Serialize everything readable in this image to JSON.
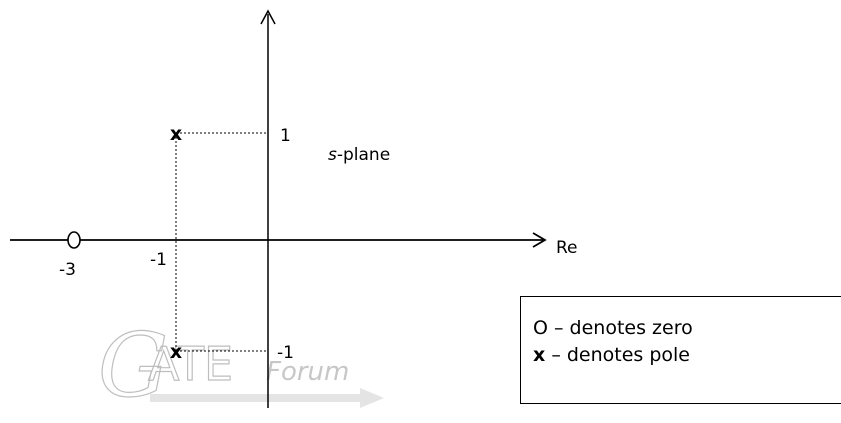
{
  "labels": {
    "im_pos": "1",
    "im_neg": "-1",
    "re_neg1": "-1",
    "re_neg3": "-3",
    "re_axis": "Re",
    "plane_italic": "s",
    "plane_rest": "-plane"
  },
  "poles": [
    {
      "re": -1,
      "im": 1,
      "symbol": "x"
    },
    {
      "re": -1,
      "im": -1,
      "symbol": "x"
    }
  ],
  "zeros": [
    {
      "re": -3,
      "im": 0,
      "symbol": "O"
    }
  ],
  "legend": {
    "zero_symbol": "O",
    "zero_text": "– denotes zero",
    "pole_symbol": "x",
    "pole_text": "– denotes pole"
  },
  "watermark": {
    "logo_g": "G",
    "logo_ate": "ATE",
    "logo_forum": "Forum"
  }
}
